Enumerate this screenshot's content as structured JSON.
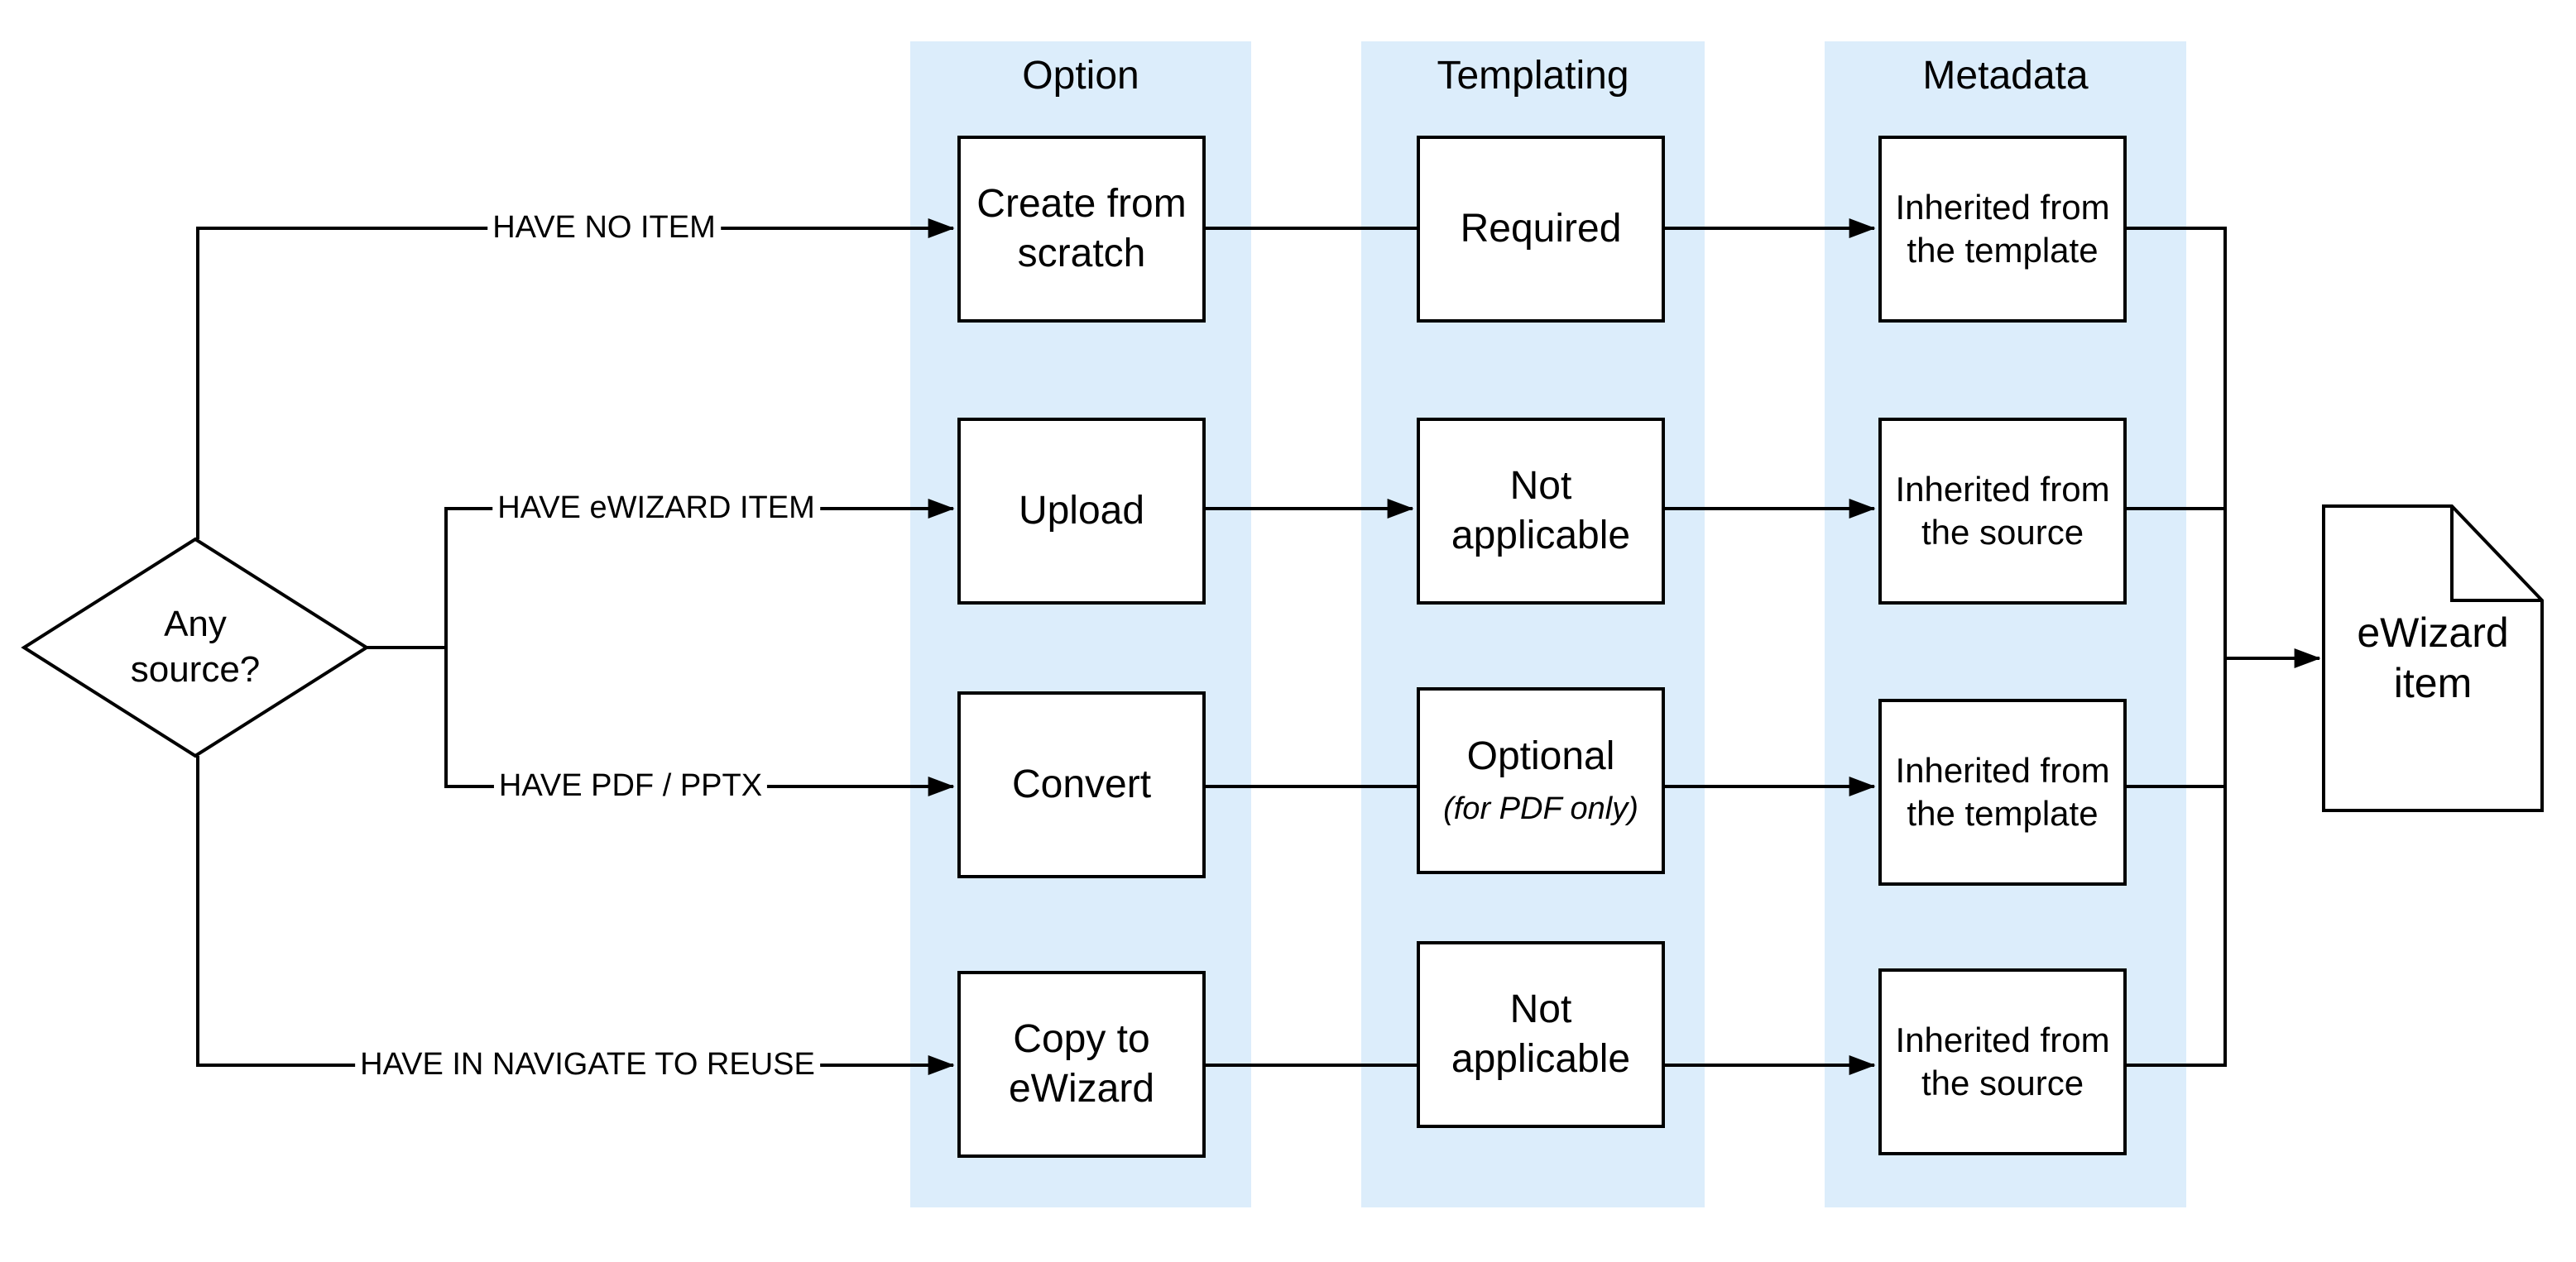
{
  "decision": {
    "label": "Any source?"
  },
  "columns": {
    "option": "Option",
    "templating": "Templating",
    "metadata": "Metadata"
  },
  "branches": [
    {
      "condition": "HAVE NO ITEM",
      "option": "Create from scratch",
      "templating": "Required",
      "templating_note": "",
      "metadata": "Inherited from the template"
    },
    {
      "condition": "HAVE eWIZARD ITEM",
      "option": "Upload",
      "templating": "Not applicable",
      "templating_note": "",
      "metadata": "Inherited from the source"
    },
    {
      "condition": "HAVE PDF / PPTX",
      "option": "Convert",
      "templating": "Optional",
      "templating_note": "(for PDF only)",
      "metadata": "Inherited from the template"
    },
    {
      "condition": "HAVE IN NAVIGATE TO REUSE",
      "option": "Copy to eWizard",
      "templating": "Not applicable",
      "templating_note": "",
      "metadata": "Inherited from the source"
    }
  ],
  "result": {
    "label": "eWizard item"
  },
  "colors": {
    "band": "#dcedfb",
    "line": "#000000",
    "box_fill": "#ffffff",
    "background": "#ffffff"
  }
}
